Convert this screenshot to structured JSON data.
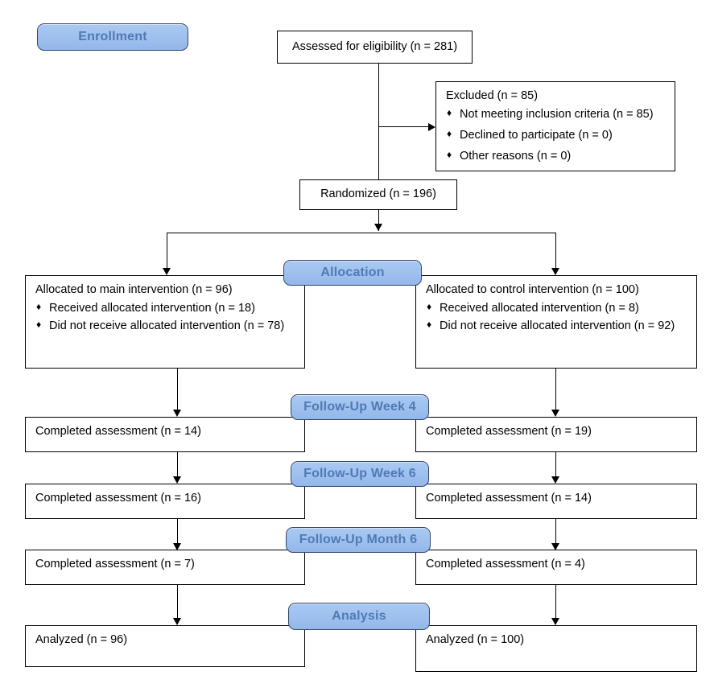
{
  "diagram": {
    "type": "consort-flow-diagram",
    "phases": [
      {
        "id": "enrollment",
        "label": "Enrollment"
      },
      {
        "id": "allocation",
        "label": "Allocation"
      },
      {
        "id": "followup-week-4",
        "label": "Follow-Up Week 4"
      },
      {
        "id": "followup-week-6",
        "label": "Follow-Up Week 6"
      },
      {
        "id": "followup-month-6",
        "label": "Follow-Up Month 6"
      },
      {
        "id": "analysis",
        "label": "Analysis"
      }
    ],
    "enrollment": {
      "assessed": "Assessed for eligibility (n = 281)",
      "excluded_title": "Excluded (n = 85)",
      "excluded_reasons": [
        "Not meeting inclusion criteria (n = 85)",
        "Declined to participate (n = 0)",
        "Other reasons (n = 0)"
      ],
      "randomized": "Randomized (n = 196)"
    },
    "allocation": {
      "left_title": "Allocated to main intervention (n = 96)",
      "left_items": [
        "Received allocated intervention (n = 18)",
        "Did not receive allocated intervention (n = 78)"
      ],
      "right_title": "Allocated to control intervention (n = 100)",
      "right_items": [
        "Received allocated intervention (n = 8)",
        "Did not receive allocated intervention (n = 92)"
      ]
    },
    "followup_week_4": {
      "left": "Completed assessment (n = 14)",
      "right": "Completed assessment (n = 19)"
    },
    "followup_week_6": {
      "left": "Completed assessment (n = 16)",
      "right": "Completed assessment (n = 14)"
    },
    "followup_month_6": {
      "left": "Completed assessment (n = 7)",
      "right": "Completed assessment (n = 4)"
    },
    "analysis": {
      "left": "Analyzed (n = 96)",
      "right": "Analyzed (n = 100)"
    },
    "bullet_glyph": "♦",
    "colors": {
      "pill_fill": "#9ec0ee",
      "pill_border": "#33476b",
      "pill_text": "#4f7ab5",
      "box_border": "#000000",
      "box_text": "#000000",
      "background": "#ffffff"
    }
  }
}
